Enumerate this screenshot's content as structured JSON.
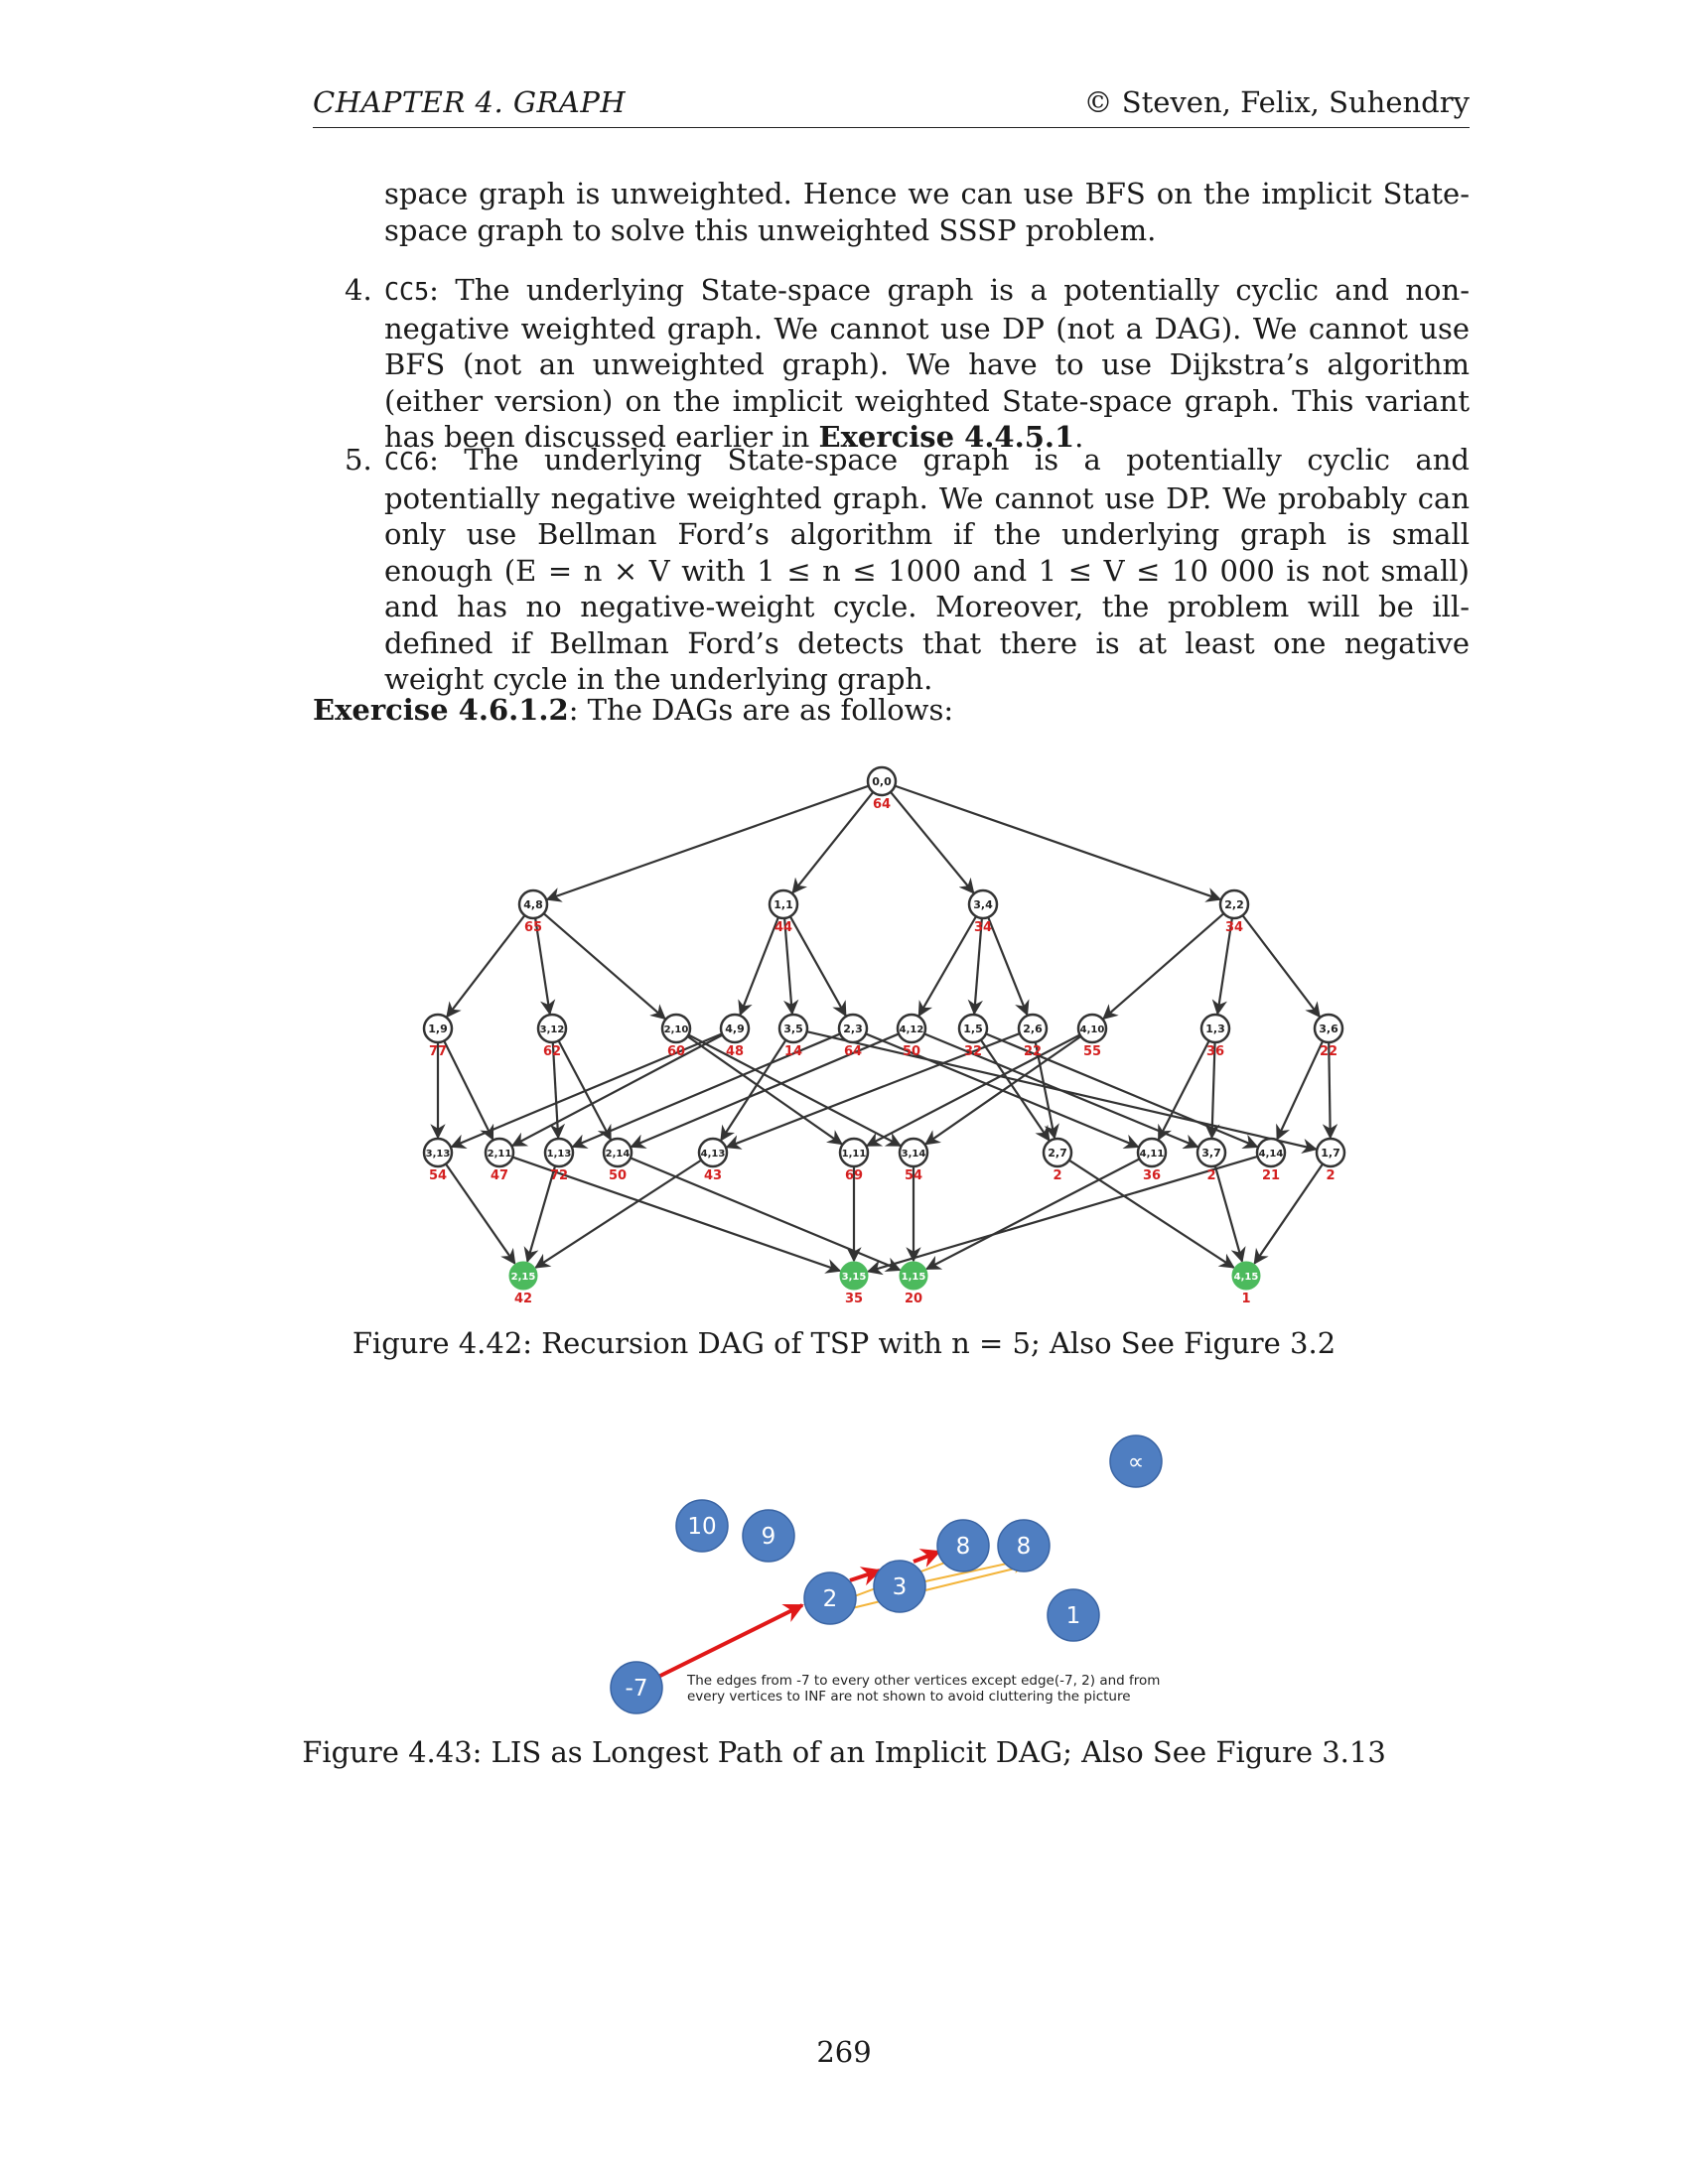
{
  "header": {
    "chapter": "CHAPTER 4.   GRAPH",
    "copyright": "© Steven, Felix, Suhendry"
  },
  "body": {
    "intro_text": "space graph is unweighted. Hence we can use BFS on the implicit State-space graph to solve this unweighted SSSP problem.",
    "items": [
      {
        "number": "4.",
        "code": "CC5",
        "text": ": The underlying State-space graph is a potentially cyclic and non-negative weighted graph. We cannot use DP (not a DAG). We cannot use BFS (not an unweighted graph). We have to use Dijkstra’s algorithm (either version) on the implicit weighted State-space graph. This variant has been discussed earlier in ",
        "bold_ref": "Exercise 4.4.5.1",
        "tail": "."
      },
      {
        "number": "5.",
        "code": "CC6",
        "text": ": The underlying State-space graph is a potentially cyclic and potentially negative weighted graph. We cannot use DP. We probably can only use Bellman Ford’s algorithm if the underlying graph is small enough (E = n × V with 1 ≤ n ≤ 1000 and 1 ≤ V ≤ 10 000 is not small) and has no negative-weight cycle. Moreover, the problem will be ill-defined if Bellman Ford’s detects that there is at least one negative weight cycle in the underlying graph."
      }
    ],
    "exercise_label": "Exercise 4.6.1.2",
    "exercise_text": ": The DAGs are as follows:"
  },
  "figure1": {
    "caption": "Figure 4.42: Recursion DAG of TSP with n = 5; Also See Figure 3.2",
    "nodes": [
      {
        "id": "0,0",
        "value": "64",
        "green": false
      },
      {
        "id": "4,8",
        "value": "65",
        "green": false
      },
      {
        "id": "1,1",
        "value": "44",
        "green": false
      },
      {
        "id": "3,4",
        "value": "34",
        "green": false
      },
      {
        "id": "2,2",
        "value": "34",
        "green": false
      },
      {
        "id": "1,9",
        "value": "77",
        "green": false
      },
      {
        "id": "3,12",
        "value": "62",
        "green": false
      },
      {
        "id": "2,10",
        "value": "60",
        "green": false
      },
      {
        "id": "4,9",
        "value": "48",
        "green": false
      },
      {
        "id": "3,5",
        "value": "14",
        "green": false
      },
      {
        "id": "2,3",
        "value": "64",
        "green": false
      },
      {
        "id": "4,12",
        "value": "50",
        "green": false
      },
      {
        "id": "1,5",
        "value": "32",
        "green": false
      },
      {
        "id": "2,6",
        "value": "22",
        "green": false
      },
      {
        "id": "4,10",
        "value": "55",
        "green": false
      },
      {
        "id": "1,3",
        "value": "36",
        "green": false
      },
      {
        "id": "3,6",
        "value": "22",
        "green": false
      },
      {
        "id": "3,13",
        "value": "54",
        "green": false
      },
      {
        "id": "2,11",
        "value": "47",
        "green": false
      },
      {
        "id": "1,13",
        "value": "72",
        "green": false
      },
      {
        "id": "2,14",
        "value": "50",
        "green": false
      },
      {
        "id": "4,13",
        "value": "43",
        "green": false
      },
      {
        "id": "1,11",
        "value": "69",
        "green": false
      },
      {
        "id": "3,14",
        "value": "54",
        "green": false
      },
      {
        "id": "2,7",
        "value": "2",
        "green": false
      },
      {
        "id": "4,11",
        "value": "36",
        "green": false
      },
      {
        "id": "3,7",
        "value": "2",
        "green": false
      },
      {
        "id": "4,14",
        "value": "21",
        "green": false
      },
      {
        "id": "1,7",
        "value": "2",
        "green": false
      },
      {
        "id": "2,15",
        "value": "42",
        "green": true
      },
      {
        "id": "3,15",
        "value": "35",
        "green": true
      },
      {
        "id": "1,15",
        "value": "20",
        "green": true
      },
      {
        "id": "4,15",
        "value": "1",
        "green": true
      }
    ],
    "edges": [
      [
        "0,0",
        "4,8"
      ],
      [
        "0,0",
        "1,1"
      ],
      [
        "0,0",
        "3,4"
      ],
      [
        "0,0",
        "2,2"
      ],
      [
        "4,8",
        "1,9"
      ],
      [
        "4,8",
        "3,12"
      ],
      [
        "4,8",
        "2,10"
      ],
      [
        "1,1",
        "4,9"
      ],
      [
        "1,1",
        "3,5"
      ],
      [
        "1,1",
        "2,3"
      ],
      [
        "3,4",
        "4,12"
      ],
      [
        "3,4",
        "1,5"
      ],
      [
        "3,4",
        "2,6"
      ],
      [
        "2,2",
        "4,10"
      ],
      [
        "2,2",
        "1,3"
      ],
      [
        "2,2",
        "3,6"
      ],
      [
        "1,9",
        "3,13"
      ],
      [
        "1,9",
        "2,11"
      ],
      [
        "3,12",
        "1,13"
      ],
      [
        "3,12",
        "2,14"
      ],
      [
        "2,10",
        "1,11"
      ],
      [
        "2,10",
        "3,14"
      ],
      [
        "4,9",
        "3,13"
      ],
      [
        "4,9",
        "2,11"
      ],
      [
        "3,5",
        "4,13"
      ],
      [
        "3,5",
        "1,7"
      ],
      [
        "2,3",
        "1,13"
      ],
      [
        "2,3",
        "4,11"
      ],
      [
        "4,12",
        "2,14"
      ],
      [
        "4,12",
        "3,7"
      ],
      [
        "1,5",
        "2,7"
      ],
      [
        "1,5",
        "4,14"
      ],
      [
        "2,6",
        "4,13"
      ],
      [
        "2,6",
        "2,7"
      ],
      [
        "4,10",
        "1,11"
      ],
      [
        "4,10",
        "3,14"
      ],
      [
        "1,3",
        "4,11"
      ],
      [
        "1,3",
        "3,7"
      ],
      [
        "3,6",
        "4,14"
      ],
      [
        "3,6",
        "1,7"
      ],
      [
        "3,13",
        "2,15"
      ],
      [
        "2,11",
        "3,15"
      ],
      [
        "1,13",
        "2,15"
      ],
      [
        "2,14",
        "1,15"
      ],
      [
        "4,13",
        "2,15"
      ],
      [
        "1,11",
        "3,15"
      ],
      [
        "3,14",
        "1,15"
      ],
      [
        "2,7",
        "4,15"
      ],
      [
        "4,11",
        "1,15"
      ],
      [
        "3,7",
        "4,15"
      ],
      [
        "4,14",
        "3,15"
      ],
      [
        "1,7",
        "4,15"
      ]
    ]
  },
  "figure2": {
    "caption": "Figure 4.43: LIS as Longest Path of an Implicit DAG; Also See Figure 3.13",
    "nodes": [
      "10",
      "9",
      "8",
      "8",
      "3",
      "2",
      "1",
      "-7",
      "∝"
    ],
    "note_line1": "The edges from -7 to every other vertices except edge(-7, 2) and from",
    "note_line2": "every vertices to INF are not shown to avoid cluttering the picture"
  },
  "page_number": "269"
}
